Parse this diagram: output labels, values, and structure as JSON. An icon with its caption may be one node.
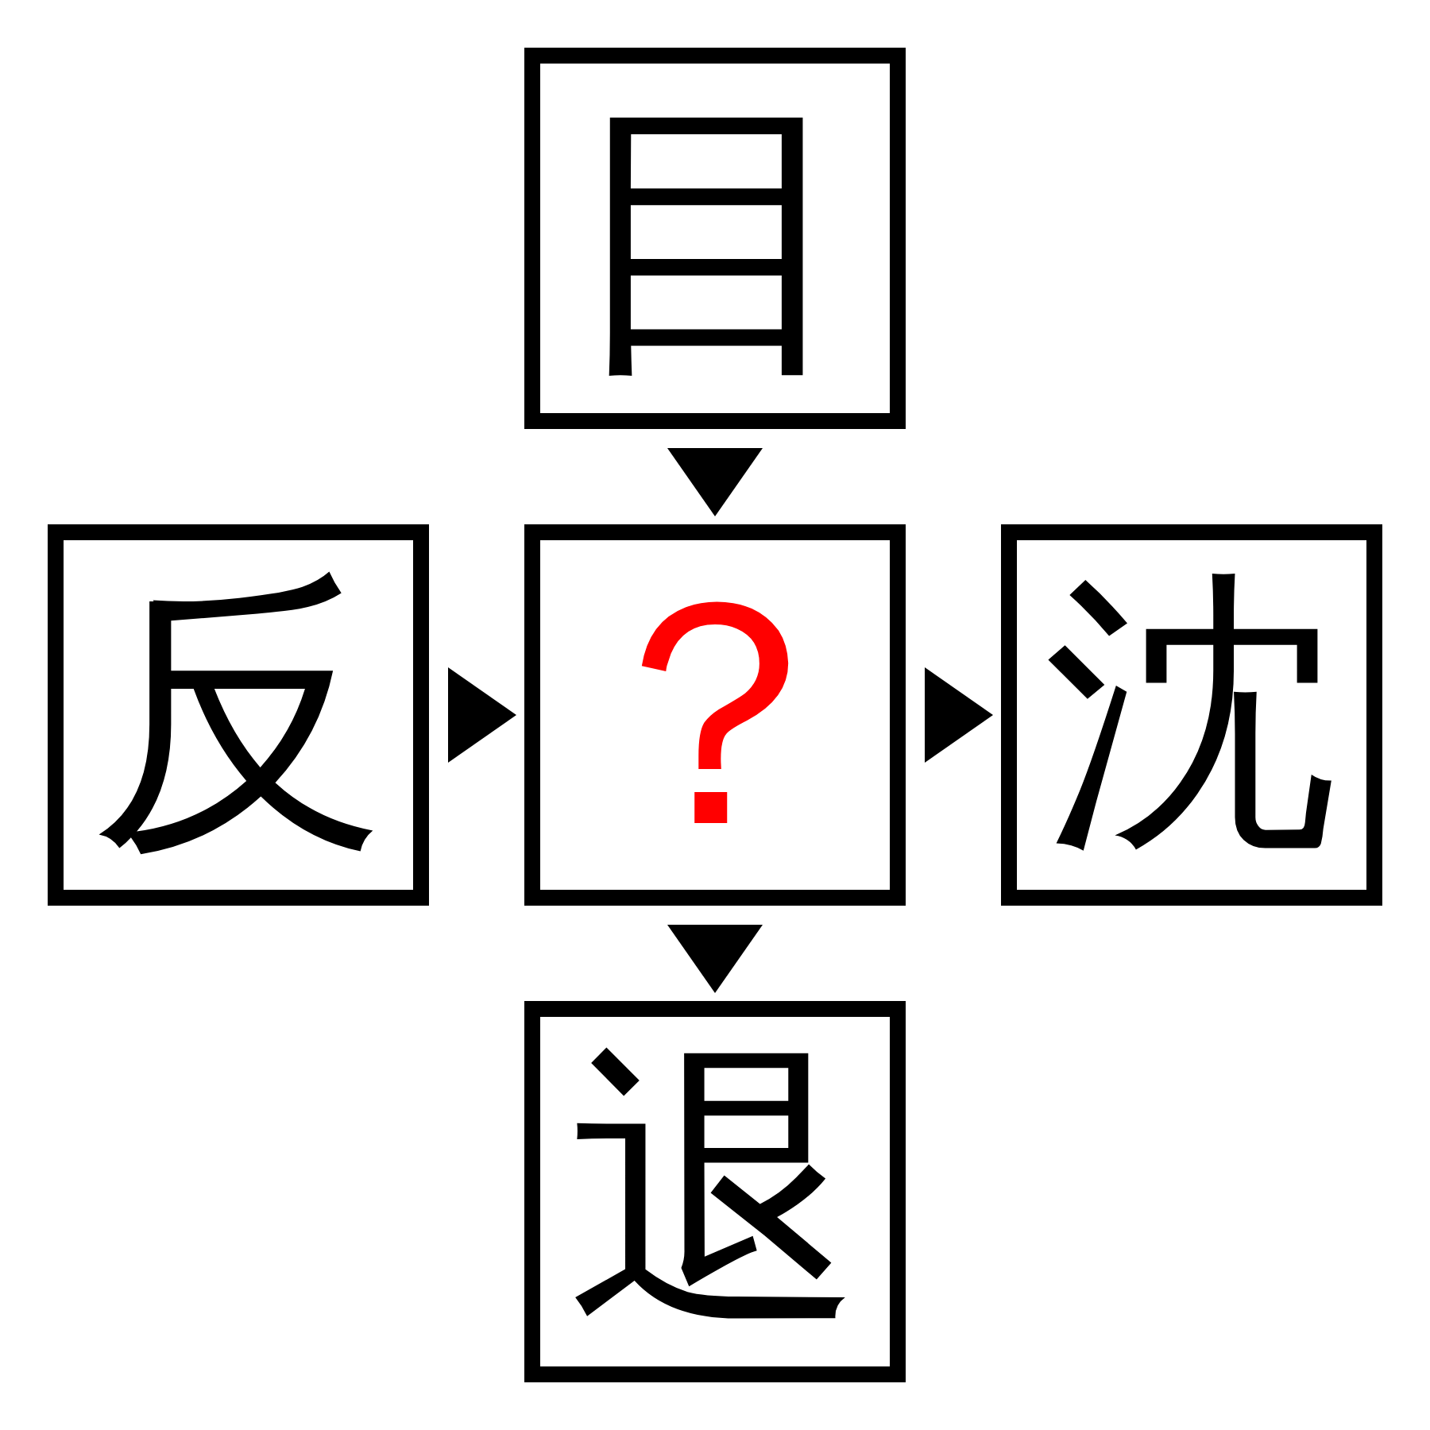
{
  "diagram": {
    "nodes": [
      {
        "text": [
          "目"
        ]
      },
      {
        "text": [
          "反"
        ]
      },
      {
        "text": [
          "？"
        ]
      },
      {
        "text": [
          "沈"
        ]
      },
      {
        "text": [
          "退"
        ]
      }
    ],
    "edges": [
      {
        "from": 0,
        "to": 2,
        "arrow": "to"
      },
      {
        "from": 1,
        "to": 2,
        "arrow": "to"
      },
      {
        "from": 2,
        "to": 3,
        "arrow": "to"
      },
      {
        "from": 2,
        "to": 4,
        "arrow": "to"
      }
    ]
  }
}
